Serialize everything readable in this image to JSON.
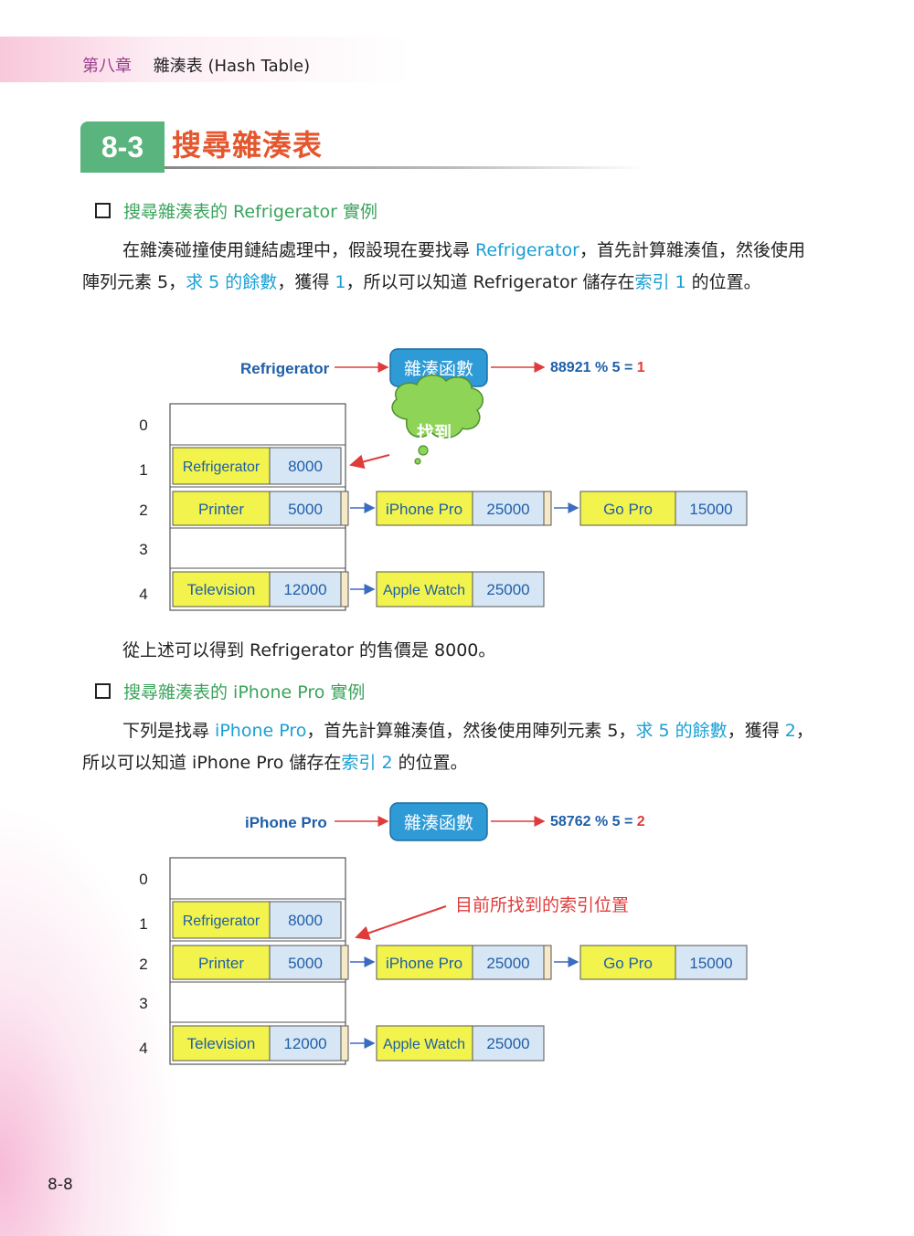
{
  "header": {
    "chapter_num": "第八章",
    "chapter_title": "雜湊表 (Hash Table)"
  },
  "section": {
    "number": "8-3",
    "title": "搜尋雜湊表"
  },
  "example1": {
    "heading": "搜尋雜湊表的 Refrigerator 實例",
    "para": {
      "p1": "在雜湊碰撞使用鏈結處理中，假設現在要找尋 ",
      "h1": "Refrigerator",
      "p2": "，首先計算雜湊值，然後使用陣列元素 5，",
      "h2": "求 5 的餘數",
      "p3": "，獲得 ",
      "h3": "1",
      "p4": "，所以可以知道 Refrigerator 儲存在",
      "h4": "索引 1",
      "p5": " 的位置。"
    },
    "diagram": {
      "key": "Refrigerator",
      "func": "雜湊函數",
      "formula": "88921 % 5 = ",
      "result": "1",
      "callout": "找到",
      "indices": [
        "0",
        "1",
        "2",
        "3",
        "4"
      ],
      "rows": {
        "r1": {
          "name": "Refrigerator",
          "value": "8000"
        },
        "r2": {
          "name": "Printer",
          "value": "5000"
        },
        "r4": {
          "name": "Television",
          "value": "12000"
        }
      },
      "chain2": [
        {
          "name": "iPhone Pro",
          "value": "25000"
        },
        {
          "name": "Go Pro",
          "value": "15000"
        }
      ],
      "chain4": [
        {
          "name": "Apple Watch",
          "value": "25000"
        }
      ]
    },
    "conclusion": "從上述可以得到 Refrigerator 的售價是 8000。"
  },
  "example2": {
    "heading": "搜尋雜湊表的 iPhone Pro 實例",
    "para": {
      "p1": "下列是找尋 ",
      "h1": "iPhone Pro",
      "p2": "，首先計算雜湊值，然後使用陣列元素 5，",
      "h2": "求 5 的餘數",
      "p3": "，獲得 ",
      "h3": "2",
      "p4": "，所以可以知道 iPhone Pro 儲存在",
      "h4": "索引 2",
      "p5": " 的位置。"
    },
    "diagram": {
      "key": "iPhone Pro",
      "func": "雜湊函數",
      "formula": "58762 % 5 = ",
      "result": "2",
      "callout": "目前所找到的索引位置",
      "indices": [
        "0",
        "1",
        "2",
        "3",
        "4"
      ],
      "rows": {
        "r1": {
          "name": "Refrigerator",
          "value": "8000"
        },
        "r2": {
          "name": "Printer",
          "value": "5000"
        },
        "r4": {
          "name": "Television",
          "value": "12000"
        }
      },
      "chain2": [
        {
          "name": "iPhone Pro",
          "value": "25000"
        },
        {
          "name": "Go Pro",
          "value": "15000"
        }
      ],
      "chain4": [
        {
          "name": "Apple Watch",
          "value": "25000"
        }
      ]
    }
  },
  "page_number": "8-8",
  "colors": {
    "accent_blue": "#1a9fd4",
    "func_box": "#2e9bd6",
    "name_cell": "#f2f34d",
    "value_cell": "#d7e6f5",
    "arrow_red": "#e03b3b",
    "arrow_blue": "#3c6cc0",
    "callout_green": "#8ed457",
    "section_green": "#59b47d",
    "title_orange": "#e4572e",
    "chapter_purple": "#9b3d8f"
  }
}
